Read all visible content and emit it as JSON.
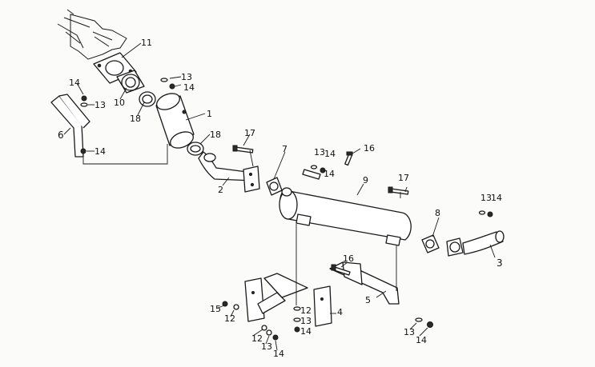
{
  "callouts": {
    "c1": "1",
    "c2": "2",
    "c3": "3",
    "c4": "4",
    "c5": "5",
    "c6": "6",
    "c7": "7",
    "c8": "8",
    "c9": "9",
    "c10": "10",
    "c11": "11",
    "c12a": "12",
    "c12b": "12",
    "c12c": "12",
    "c13a": "13",
    "c13b": "13",
    "c13c": "13",
    "c13d": "13",
    "c13e": "13",
    "c13f": "13",
    "c13g": "13",
    "c14a": "14",
    "c14b": "14",
    "c14c": "14",
    "c14d": "14",
    "c14e": "14",
    "c14f": "14",
    "c14g": "14",
    "c14h": "14",
    "c14i": "14",
    "c15": "15",
    "c16a": "16",
    "c16b": "16",
    "c17a": "17",
    "c17b": "17",
    "c18a": "18",
    "c18b": "18"
  }
}
